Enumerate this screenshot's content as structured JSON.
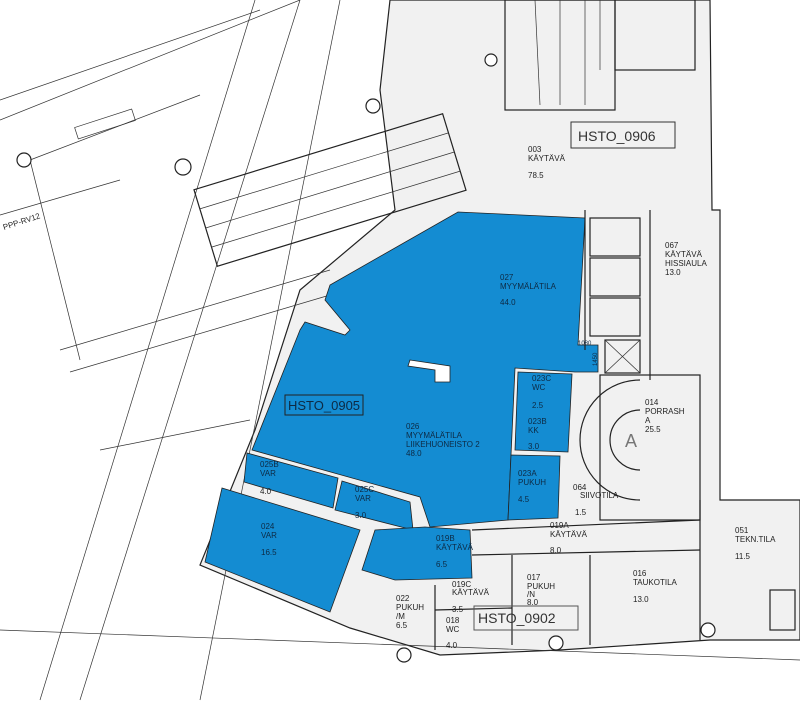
{
  "colors": {
    "selected_area": "#148cd2",
    "building_floor": "#f1f1f1",
    "wall": "#222222"
  },
  "zone_tags": {
    "hsto_0906": "HSTO_0906",
    "hsto_0905": "HSTO_0905",
    "hsto_0902": "HSTO_0902"
  },
  "grid_label": "PPP-RV12",
  "stair_letter": "A",
  "dimensions": {
    "d1080": "1080",
    "d1450": "1450"
  },
  "rooms": {
    "r003": {
      "id": "003",
      "name": "KÄYTÄVÄ",
      "area": "78.5"
    },
    "r027": {
      "id": "027",
      "name": "MYYMÄLÄTILA",
      "area": "44.0"
    },
    "r026": {
      "id": "026",
      "name": "MYYMÄLÄTILA",
      "name2": "LIIKEHUONEISTO 2",
      "area": "48.0"
    },
    "r067": {
      "id": "067",
      "name": "KÄYTÄVÄ",
      "name2": "HISSIAULA",
      "area": "13.0"
    },
    "r014": {
      "id": "014",
      "name": "PORRASH",
      "name2": "A",
      "area": "25.5"
    },
    "r023c": {
      "id": "023C",
      "name": "WC",
      "area": "2.5"
    },
    "r023b": {
      "id": "023B",
      "name": "KK",
      "area": "3.0"
    },
    "r023a": {
      "id": "023A",
      "name": "PUKUH",
      "area": "4.5"
    },
    "r025b": {
      "id": "025B",
      "name": "VAR",
      "area": "4.0"
    },
    "r025c": {
      "id": "025C",
      "name": "VAR",
      "area": "3.0"
    },
    "r024": {
      "id": "024",
      "name": "VAR",
      "area": "16.5"
    },
    "r019b": {
      "id": "019B",
      "name": "KÄYTÄVÄ",
      "area": "6.5"
    },
    "r064": {
      "id": "064",
      "name": "SIIVOTILA",
      "area": "1.5"
    },
    "r019a": {
      "id": "019A",
      "name": "KÄYTÄVÄ",
      "area": "8.0"
    },
    "r051": {
      "id": "051",
      "name": "TEKN.TILA",
      "area": "11.5"
    },
    "r022": {
      "id": "022",
      "name": "PUKUH",
      "name2": "/M",
      "area": "6.5"
    },
    "r019c": {
      "id": "019C",
      "name": "KÄYTÄVÄ",
      "area": "3.5"
    },
    "r017": {
      "id": "017",
      "name": "PUKUH",
      "name2": "/N",
      "area": "8.0"
    },
    "r016": {
      "id": "016",
      "name": "TAUKOTILA",
      "area": "13.0"
    },
    "r018": {
      "id": "018",
      "name": "WC",
      "area": "4.0"
    }
  }
}
